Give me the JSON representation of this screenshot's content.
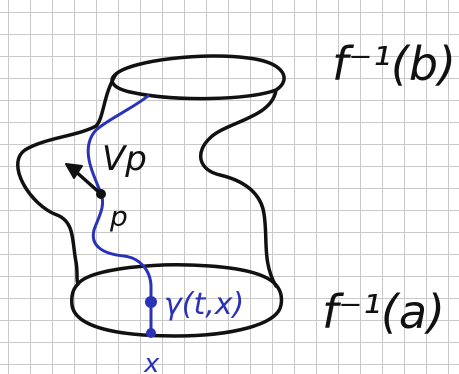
{
  "labels": {
    "preimage_b": "f⁻¹(b)",
    "preimage_a": "f⁻¹(a)",
    "vector": "Vp",
    "point": "p",
    "flow_curve": "γ(t,x)",
    "start_point": "x"
  },
  "colors": {
    "ink": "#111111",
    "curve": "#2a33b8",
    "grid": "#c9c9c9",
    "background": "#ffffff"
  }
}
